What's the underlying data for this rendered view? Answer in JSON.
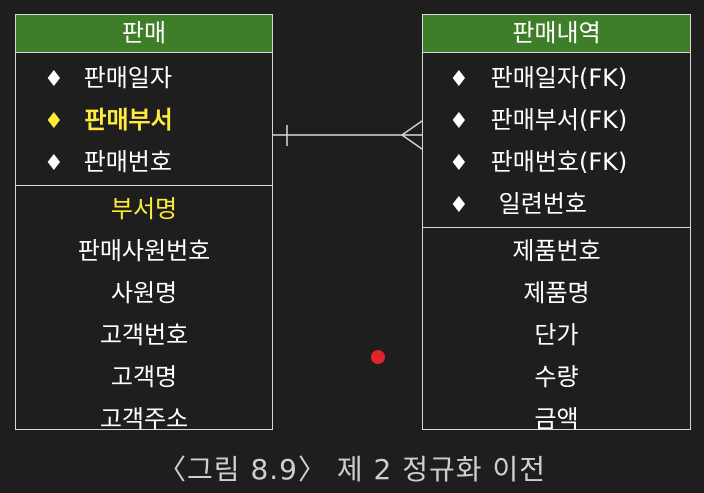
{
  "entities": {
    "left": {
      "title": "판매",
      "pk_rows": [
        {
          "label": "판매일자",
          "style": "normal"
        },
        {
          "label": "판매부서",
          "style": "highlight"
        },
        {
          "label": "판매번호",
          "style": "normal"
        }
      ],
      "attributes": [
        {
          "label": "부서명",
          "style": "yellow"
        },
        {
          "label": "판매사원번호",
          "style": "normal"
        },
        {
          "label": "사원명",
          "style": "normal"
        },
        {
          "label": "고객번호",
          "style": "normal"
        },
        {
          "label": "고객명",
          "style": "normal"
        },
        {
          "label": "고객주소",
          "style": "normal"
        }
      ]
    },
    "right": {
      "title": "판매내역",
      "pk_rows": [
        {
          "label": "판매일자(FK)",
          "style": "normal"
        },
        {
          "label": "판매부서(FK)",
          "style": "normal"
        },
        {
          "label": "판매번호(FK)",
          "style": "normal"
        },
        {
          "label": "일련번호",
          "style": "normal"
        }
      ],
      "attributes": [
        {
          "label": "제품번호",
          "style": "normal"
        },
        {
          "label": "제품명",
          "style": "normal"
        },
        {
          "label": "단가",
          "style": "normal"
        },
        {
          "label": "수량",
          "style": "normal"
        },
        {
          "label": "금액",
          "style": "normal"
        }
      ]
    }
  },
  "diamond_symbol": "♦",
  "caption": "〈그림 8.9〉 제 2 정규화 이전",
  "colors": {
    "header_bg": "#3f7e28",
    "highlight": "#ffeb3b",
    "background": "#1e1e1e",
    "dot": "#e0242b"
  }
}
